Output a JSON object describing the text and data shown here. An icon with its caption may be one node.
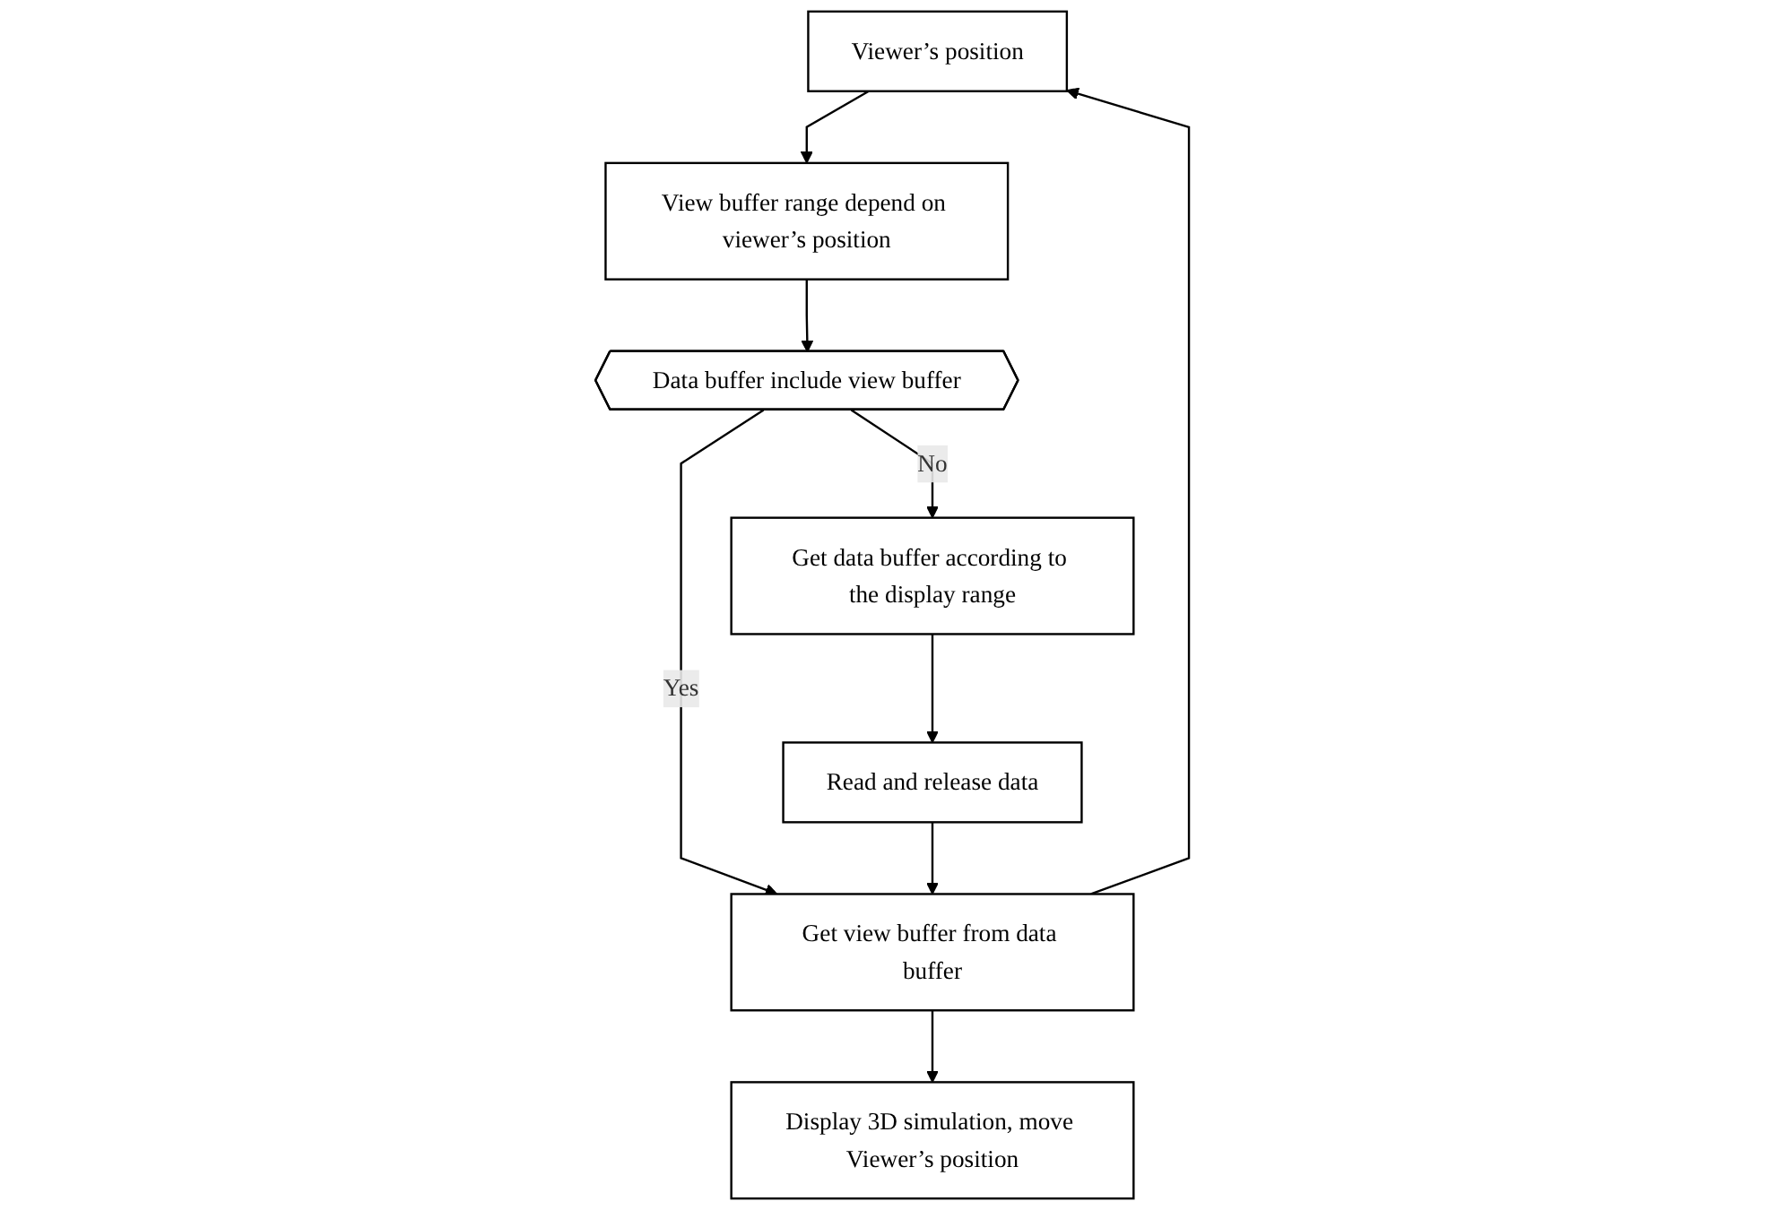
{
  "diagram": {
    "nodes": [
      {
        "text": [
          "Viewer’s position"
        ]
      },
      {
        "text": [
          "View buffer range depend on viewer’s position"
        ]
      },
      {
        "text": [
          "Data buffer include view buffer"
        ]
      },
      {
        "text": [
          "Get data buffer according to the display range"
        ]
      },
      {
        "text": [
          "Get view buffer from data buffer"
        ]
      },
      {
        "text": [
          "Read and release data"
        ]
      },
      {
        "text": [
          "Display 3D simulation, move Viewer’s position"
        ]
      }
    ],
    "edges": [
      {
        "from": 0,
        "to": 1,
        "arrow": "to"
      },
      {
        "from": 1,
        "to": 2,
        "arrow": "to"
      },
      {
        "from": 2,
        "to": 3,
        "arrow": "to",
        "label": "No"
      },
      {
        "from": 2,
        "to": 4,
        "arrow": "to",
        "label": "Yes"
      },
      {
        "from": 3,
        "to": 5,
        "arrow": "to"
      },
      {
        "from": 5,
        "to": 4,
        "arrow": "to"
      },
      {
        "from": 4,
        "to": 0,
        "arrow": "to"
      },
      {
        "from": 4,
        "to": 6,
        "arrow": "to"
      }
    ]
  }
}
